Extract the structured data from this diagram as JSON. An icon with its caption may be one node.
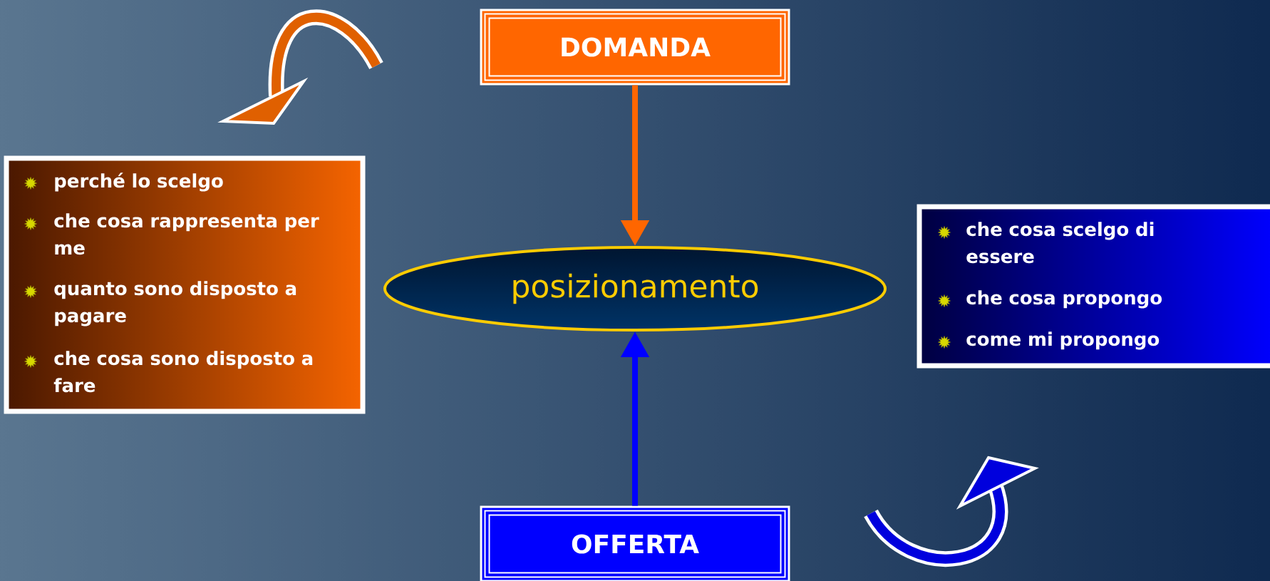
{
  "diagram": {
    "nodes": [
      {
        "text": [
          "DOMANDA"
        ]
      },
      {
        "text": [
          "perché lo scelgo",
          "che cosa rappresenta per me",
          "quanto sono disposto a pagare",
          "che cosa sono disposto a fare"
        ]
      },
      {
        "text": [
          "posizionamento"
        ]
      },
      {
        "text": [
          "che cosa scelgo di essere",
          "che cosa propongo",
          "come mi propongo"
        ]
      },
      {
        "text": [
          "OFFERTA"
        ]
      }
    ],
    "edges": [
      {
        "from": 0,
        "to": 2,
        "arrow": "to",
        "color": "#ff6600"
      },
      {
        "from": 4,
        "to": 2,
        "arrow": "to",
        "color": "#0000ff"
      }
    ]
  }
}
